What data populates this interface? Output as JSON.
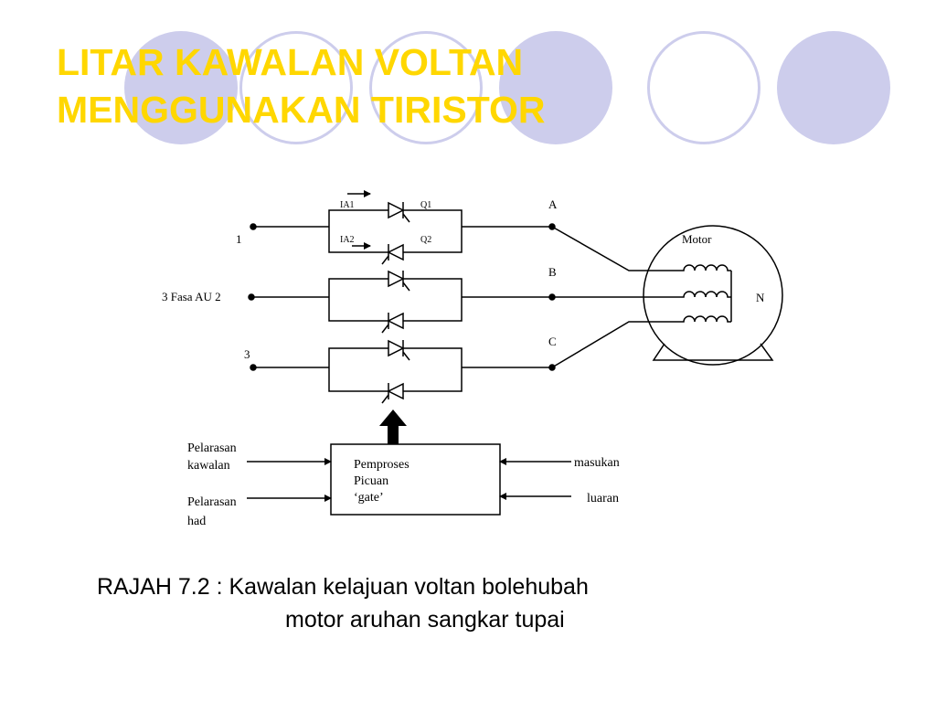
{
  "slide": {
    "title_line1": "LITAR KAWALAN VOLTAN",
    "title_line2": "MENGGUNAKAN TIRISTOR"
  },
  "diagram": {
    "input_labels": [
      "1",
      "3 Fasa AU  2",
      "3"
    ],
    "output_labels": [
      "A",
      "B",
      "C"
    ],
    "current_labels": [
      "IA1",
      "IA2"
    ],
    "thyristor_labels": [
      "Q1",
      "Q2"
    ],
    "motor_label": "Motor",
    "neutral_label": "N",
    "processor_lines": [
      "Pemproses",
      "Picuan",
      "‘gate’"
    ],
    "left_input_1": [
      "Pelarasan",
      "kawalan"
    ],
    "left_input_2": [
      "Pelarasan",
      "had"
    ],
    "right_input_1": "masukan",
    "right_input_2": "luaran"
  },
  "caption": {
    "line1": "RAJAH 7.2 : Kawalan kelajuan voltan bolehubah",
    "line2": "motor aruhan sangkar tupai"
  },
  "colors": {
    "title": "#ffd700",
    "circle": "#cdcdec",
    "line": "#000000"
  }
}
